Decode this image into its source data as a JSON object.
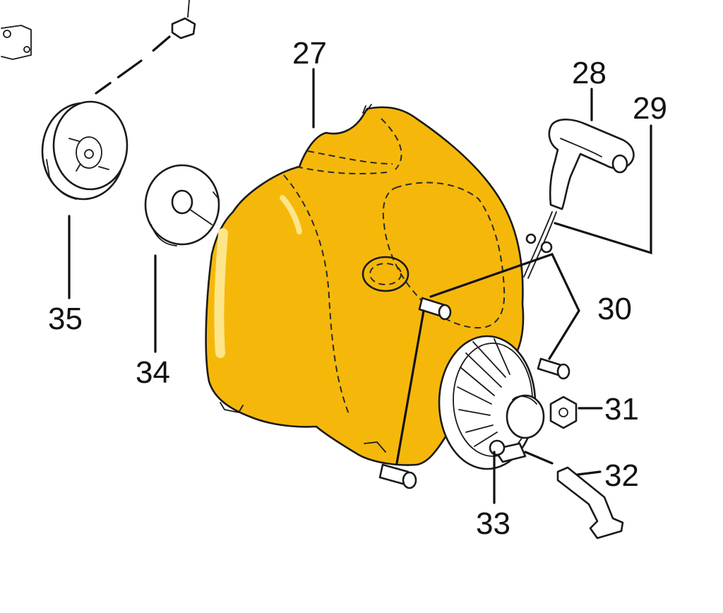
{
  "colors": {
    "housing_fill": "#f5b80a",
    "housing_highlight": "#fde58a",
    "line": "#111111",
    "part_fill": "#ffffff",
    "part_shade": "#e6e6e6"
  },
  "callouts": {
    "p27": "27",
    "p28": "28",
    "p29": "29",
    "p30": "30",
    "p31": "31",
    "p32": "32",
    "p33": "33",
    "p34": "34",
    "p35": "35"
  }
}
